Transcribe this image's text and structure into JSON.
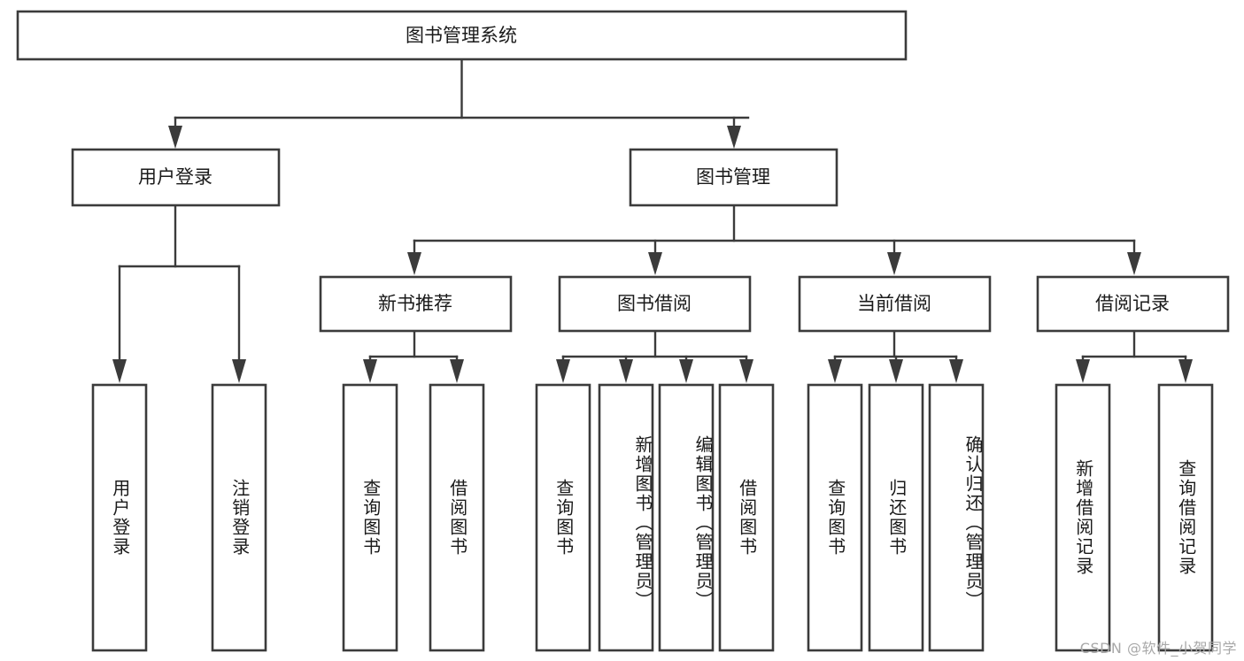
{
  "diagram": {
    "type": "tree-hierarchy-diagram",
    "title": "图书管理系统",
    "theme": {
      "background": "#ffffff",
      "box_fill": "#ffffff",
      "box_stroke": "#3b3b3b",
      "text_color": "#1a1a1a",
      "watermark_color": "#a8a8a8"
    },
    "root": {
      "label": "图书管理系统"
    },
    "level2": [
      {
        "label": "用户登录"
      },
      {
        "label": "图书管理"
      }
    ],
    "level3": [
      {
        "label": "新书推荐"
      },
      {
        "label": "图书借阅"
      },
      {
        "label": "当前借阅"
      },
      {
        "label": "借阅记录"
      }
    ],
    "leaves": {
      "user_login": [
        {
          "label": "用户登录"
        },
        {
          "label": "注销登录"
        }
      ],
      "new_book_recommend": [
        {
          "label": "查询图书"
        },
        {
          "label": "借阅图书"
        }
      ],
      "book_borrow": [
        {
          "label": "查询图书"
        },
        {
          "label": "新增图书（管理员）"
        },
        {
          "label": "编辑图书（管理员）"
        },
        {
          "label": "借阅图书"
        }
      ],
      "current_borrow": [
        {
          "label": "查询图书"
        },
        {
          "label": "归还图书"
        },
        {
          "label": "确认归还（管理员）"
        }
      ],
      "borrow_record": [
        {
          "label": "新增借阅记录"
        },
        {
          "label": "查询借阅记录"
        }
      ]
    }
  },
  "watermark": {
    "text": "CSDN @软件_小贺同学"
  }
}
